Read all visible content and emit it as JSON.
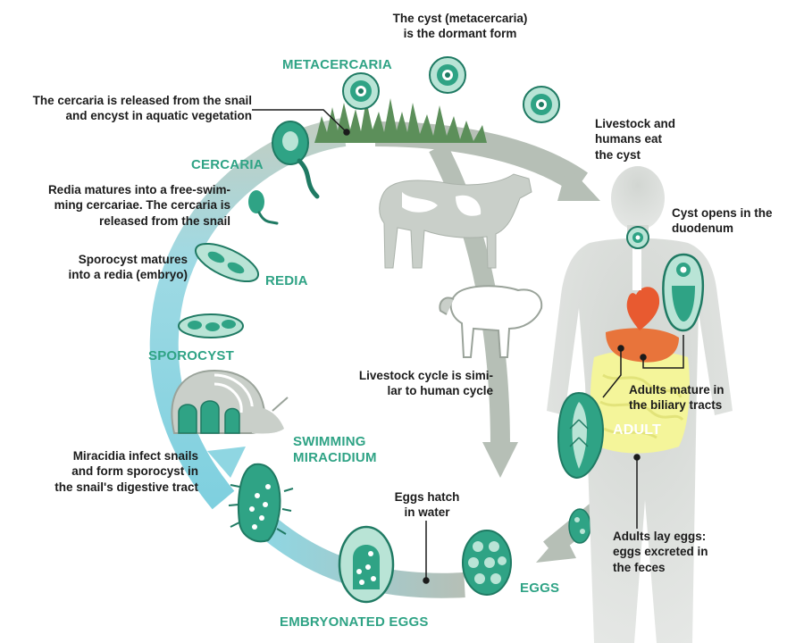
{
  "colors": {
    "teal": "#2fa385",
    "teal_dark": "#1f7a63",
    "light_teal": "#b9e4d6",
    "cyan_arrow": "#8fd6e2",
    "gray_arrow": "#b6bfb6",
    "gray_fill": "#c9cfc9",
    "body_gray": "#d6d9d6",
    "yellow": "#f4f59a",
    "liver": "#e8743b",
    "heart": "#e85a30",
    "grass": "#5c8f5a",
    "text": "#1b1b1b"
  },
  "stages": {
    "metacercaria": "METACERCARIA",
    "cercaria": "CERCARIA",
    "redia": "REDIA",
    "sporocyst": "SPOROCYST",
    "swimming_miracidium": "SWIMMING\nMIRACIDIUM",
    "embryonated_eggs": "EMBRYONATED EGGS",
    "eggs": "EGGS",
    "adult": "ADULT"
  },
  "annotations": {
    "cyst_dormant": "The cyst (metacercaria)\nis the dormant form",
    "cercaria_released": "The cercaria is released from the snail\nand encyst in aquatic vegetation",
    "livestock_humans_eat": "Livestock and\nhumans eat\nthe cyst",
    "cyst_opens": "Cyst opens in the\nduodenum",
    "redia_matures": "Redia matures into a free-swim-\nming cercariae. The cercaria is\nreleased from the snail",
    "sporocyst_matures": "Sporocyst matures\ninto a redia (embryo)",
    "livestock_cycle": "Livestock cycle is simi-\nlar to human cycle",
    "adults_mature": "Adults mature in\nthe biliary tracts",
    "miracidia_infect": "Miracidia infect snails\nand form sporocyst in\nthe snail's digestive tract",
    "eggs_hatch": "Eggs hatch\nin water",
    "adults_lay_eggs": "Adults lay eggs:\neggs excreted in\nthe feces"
  },
  "icons": [
    "cow-icon",
    "sheep-icon",
    "snail-icon",
    "human-body-icon",
    "fluke-icon",
    "grass-icon"
  ]
}
